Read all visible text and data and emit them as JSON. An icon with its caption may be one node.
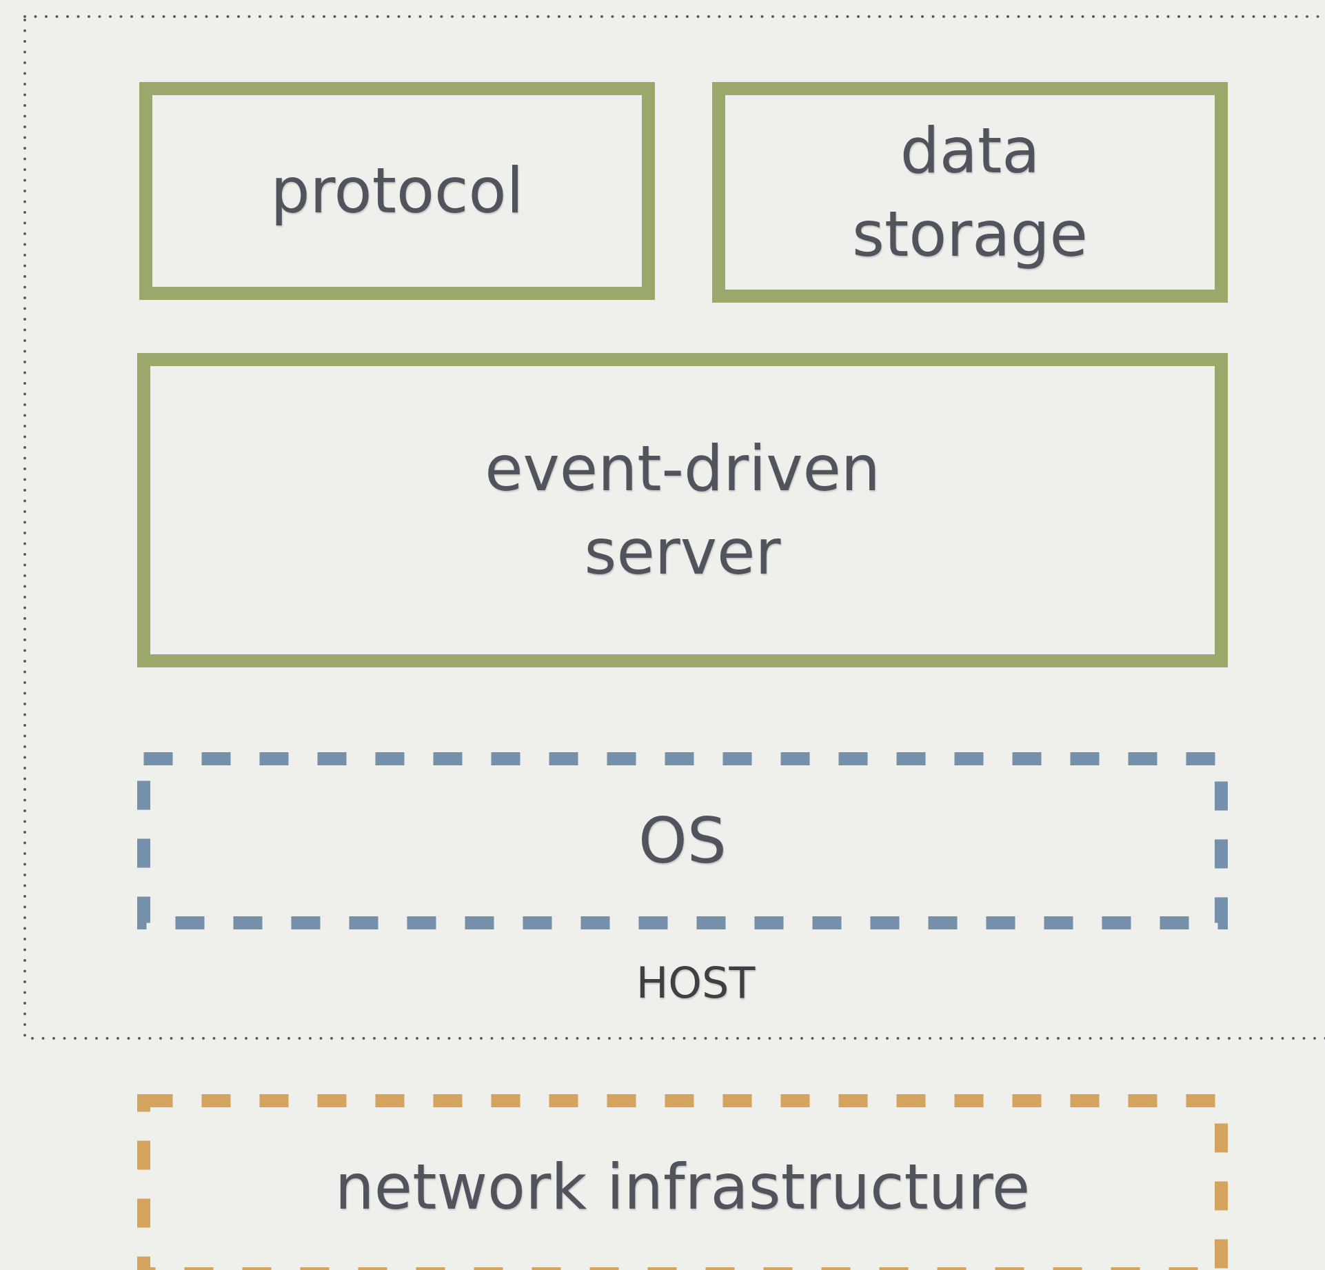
{
  "diagram": {
    "nodes": [
      {
        "text": [
          "HOST"
        ]
      },
      {
        "text": [
          "protocol"
        ],
        "in": 0
      },
      {
        "text": [
          "data storage"
        ],
        "in": 0
      },
      {
        "text": [
          "event-driven server"
        ],
        "in": 0
      },
      {
        "text": [
          "OS"
        ],
        "in": 0
      },
      {
        "text": [
          "network infrastructure"
        ]
      }
    ]
  }
}
